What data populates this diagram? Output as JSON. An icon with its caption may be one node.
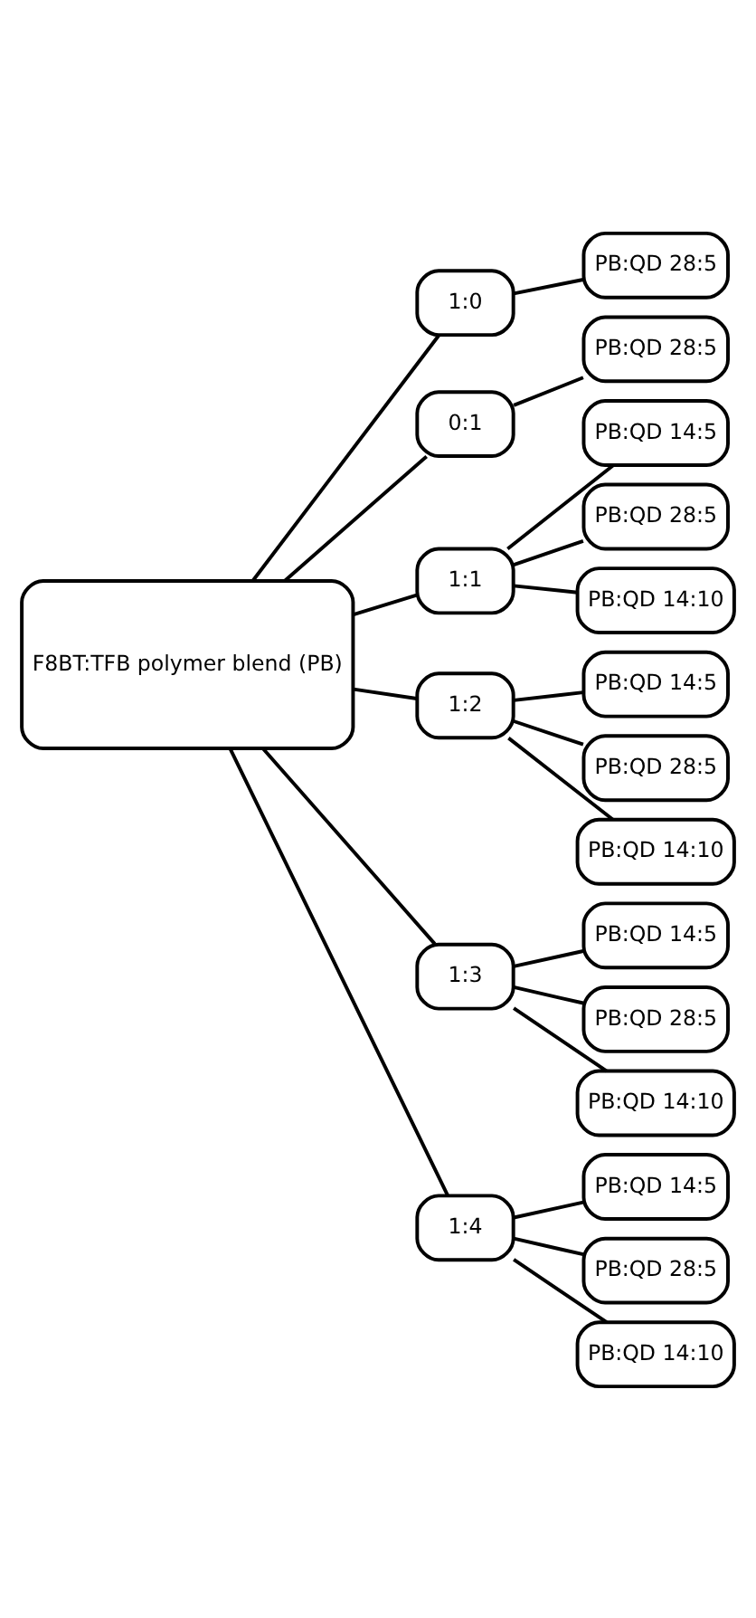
{
  "diagram": {
    "nodes": [
      {
        "text": [
          "F8BT:TFB polymer blend (PB)"
        ]
      },
      {
        "text": [
          "1:0"
        ]
      },
      {
        "text": [
          "PB:QD 28:5"
        ]
      },
      {
        "text": [
          "0:1"
        ]
      },
      {
        "text": [
          "PB:QD 28:5"
        ]
      },
      {
        "text": [
          "1:1"
        ]
      },
      {
        "text": [
          "PB:QD 14:5"
        ]
      },
      {
        "text": [
          "PB:QD 28:5"
        ]
      },
      {
        "text": [
          "PB:QD 14:10"
        ]
      },
      {
        "text": [
          "1:2"
        ]
      },
      {
        "text": [
          "PB:QD 14:5"
        ]
      },
      {
        "text": [
          "PB:QD 28:5"
        ]
      },
      {
        "text": [
          "PB:QD 14:10"
        ]
      },
      {
        "text": [
          "1:3"
        ]
      },
      {
        "text": [
          "PB:QD 14:5"
        ]
      },
      {
        "text": [
          "PB:QD 28:5"
        ]
      },
      {
        "text": [
          "PB:QD 14:10"
        ]
      },
      {
        "text": [
          "1:4"
        ]
      },
      {
        "text": [
          "PB:QD 14:5"
        ]
      },
      {
        "text": [
          "PB:QD 28:5"
        ]
      },
      {
        "text": [
          "PB:QD 14:10"
        ]
      }
    ],
    "edges": [
      {
        "from": 0,
        "to": 1,
        "arrow": "none"
      },
      {
        "from": 0,
        "to": 3,
        "arrow": "none"
      },
      {
        "from": 0,
        "to": 5,
        "arrow": "none"
      },
      {
        "from": 0,
        "to": 9,
        "arrow": "none"
      },
      {
        "from": 0,
        "to": 13,
        "arrow": "none"
      },
      {
        "from": 0,
        "to": 17,
        "arrow": "none"
      },
      {
        "from": 1,
        "to": 2,
        "arrow": "none"
      },
      {
        "from": 3,
        "to": 4,
        "arrow": "none"
      },
      {
        "from": 5,
        "to": 6,
        "arrow": "none"
      },
      {
        "from": 5,
        "to": 7,
        "arrow": "none"
      },
      {
        "from": 5,
        "to": 8,
        "arrow": "none"
      },
      {
        "from": 9,
        "to": 10,
        "arrow": "none"
      },
      {
        "from": 9,
        "to": 11,
        "arrow": "none"
      },
      {
        "from": 9,
        "to": 12,
        "arrow": "none"
      },
      {
        "from": 13,
        "to": 14,
        "arrow": "none"
      },
      {
        "from": 13,
        "to": 15,
        "arrow": "none"
      },
      {
        "from": 13,
        "to": 16,
        "arrow": "none"
      },
      {
        "from": 17,
        "to": 18,
        "arrow": "none"
      },
      {
        "from": 17,
        "to": 19,
        "arrow": "none"
      },
      {
        "from": 17,
        "to": 20,
        "arrow": "none"
      }
    ]
  }
}
